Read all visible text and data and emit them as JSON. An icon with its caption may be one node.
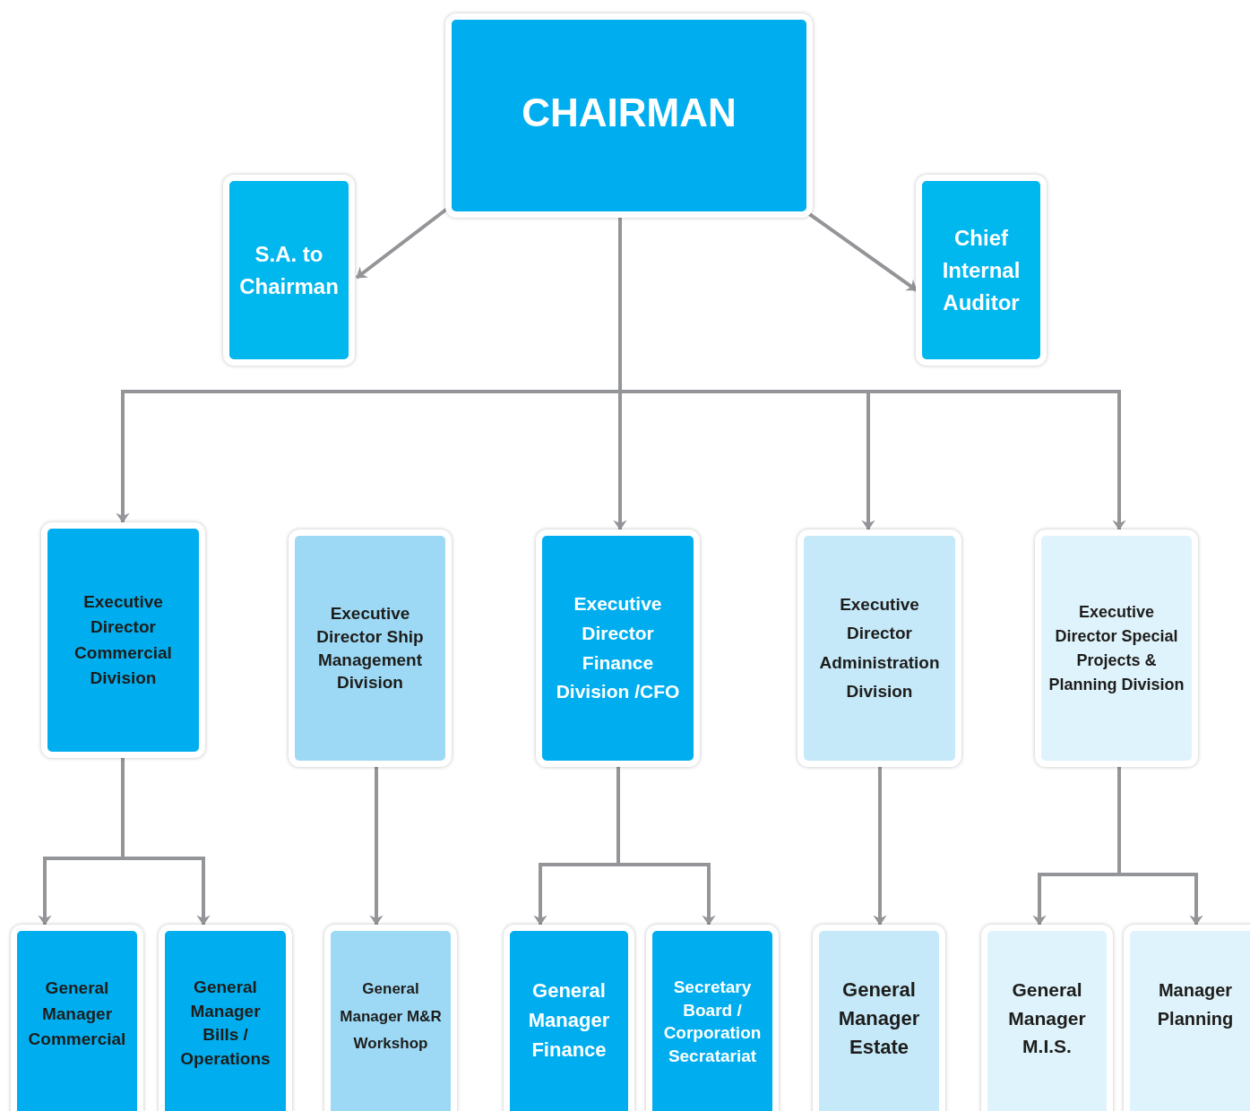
{
  "diagram": {
    "nodes": [
      {
        "text": [
          "CHAIRMAN"
        ]
      },
      {
        "text": [
          "S.A. to Chairman"
        ]
      },
      {
        "text": [
          "Chief Internal Auditor"
        ]
      },
      {
        "text": [
          "Executive Director Commercial Division"
        ]
      },
      {
        "text": [
          "Executive Director Ship Management Division"
        ]
      },
      {
        "text": [
          "Executive Director Finance Division /CFO"
        ]
      },
      {
        "text": [
          "Executive Director Administration Division"
        ]
      },
      {
        "text": [
          "Executive Director Special Projects & Planning Division"
        ]
      },
      {
        "text": [
          "General Manager Commercial"
        ]
      },
      {
        "text": [
          "General Manager Bills / Operations"
        ]
      },
      {
        "text": [
          "General Manager M&R Workshop"
        ]
      },
      {
        "text": [
          "General Manager Finance"
        ]
      },
      {
        "text": [
          "Secretary Board / Corporation Secratariat"
        ]
      },
      {
        "text": [
          "General Manager Estate"
        ]
      },
      {
        "text": [
          "General Manager M.I.S."
        ]
      },
      {
        "text": [
          "Manager Planning"
        ]
      }
    ],
    "edges": [
      {
        "from": 0,
        "to": 1,
        "arrow": "to"
      },
      {
        "from": 0,
        "to": 2,
        "arrow": "to"
      },
      {
        "from": 0,
        "to": 3,
        "arrow": "to"
      },
      {
        "from": 0,
        "to": 5,
        "arrow": "to"
      },
      {
        "from": 0,
        "to": 6,
        "arrow": "to"
      },
      {
        "from": 0,
        "to": 7,
        "arrow": "to"
      },
      {
        "from": 3,
        "to": 8,
        "arrow": "to"
      },
      {
        "from": 3,
        "to": 9,
        "arrow": "to"
      },
      {
        "from": 4,
        "to": 10,
        "arrow": "to"
      },
      {
        "from": 5,
        "to": 11,
        "arrow": "to"
      },
      {
        "from": 5,
        "to": 12,
        "arrow": "to"
      },
      {
        "from": 6,
        "to": 13,
        "arrow": "to"
      },
      {
        "from": 7,
        "to": 14,
        "arrow": "to"
      },
      {
        "from": 7,
        "to": 15,
        "arrow": "to"
      }
    ]
  }
}
